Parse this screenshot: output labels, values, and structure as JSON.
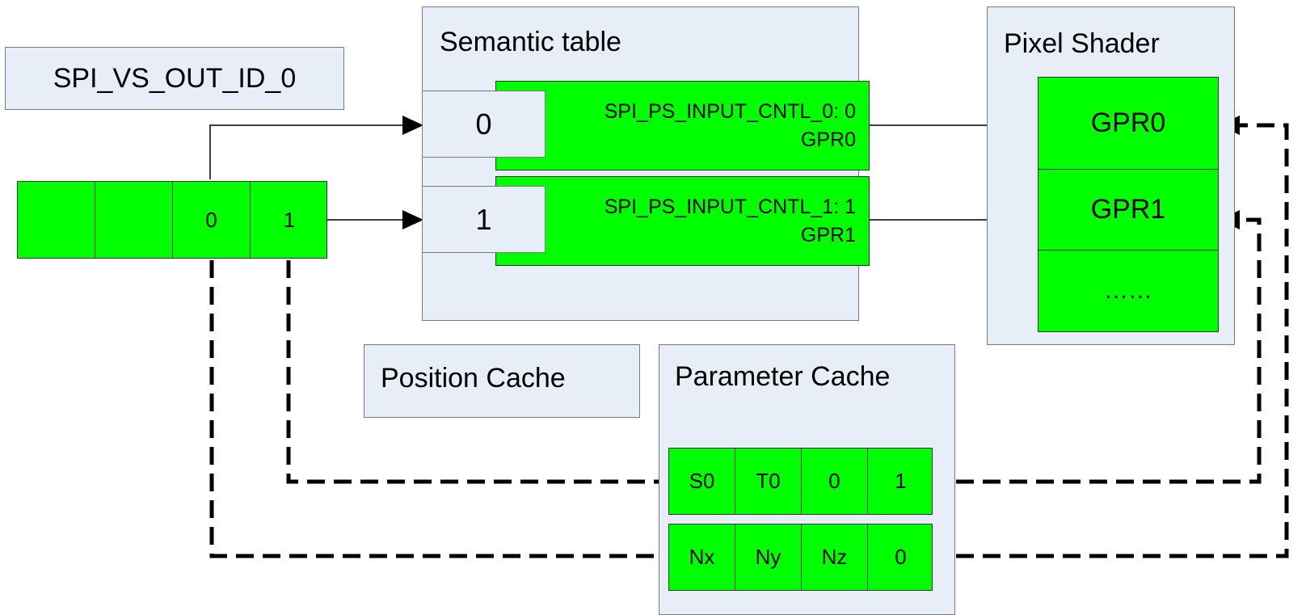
{
  "spi_vs_out_label": "SPI_VS_OUT_ID_0",
  "vs_out_cells": [
    "",
    "",
    "0",
    "1"
  ],
  "semantic_table": {
    "title": "Semantic table",
    "rows": [
      {
        "index": "0",
        "cntl": "SPI_PS_INPUT_CNTL_0: 0",
        "gpr": "GPR0"
      },
      {
        "index": "1",
        "cntl": "SPI_PS_INPUT_CNTL_1: 1",
        "gpr": "GPR1"
      }
    ]
  },
  "pixel_shader": {
    "title": "Pixel Shader",
    "registers": [
      "GPR0",
      "GPR1",
      "……"
    ]
  },
  "position_cache": {
    "title": "Position Cache"
  },
  "parameter_cache": {
    "title": "Parameter Cache",
    "rows": [
      [
        "S0",
        "T0",
        "0",
        "1"
      ],
      [
        "Nx",
        "Ny",
        "Nz",
        "0"
      ]
    ]
  },
  "colors": {
    "cell_fill": "#00ff00",
    "panel_fill": "#e8eef7"
  }
}
